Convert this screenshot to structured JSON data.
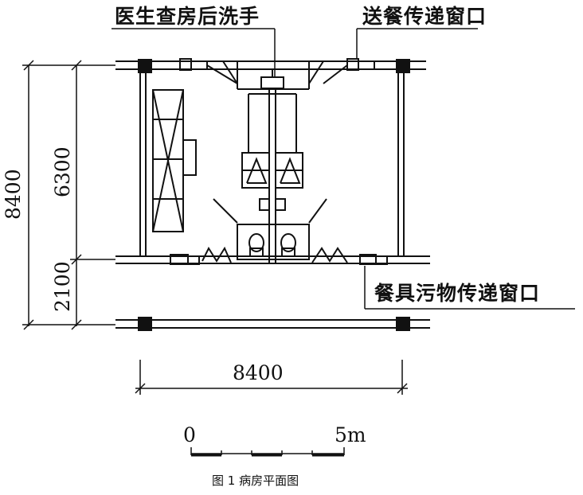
{
  "labels": {
    "doctor_handwash": "医生查房后洗手",
    "meal_window": "送餐传递窗口",
    "dirty_window": "餐具污物传递窗口"
  },
  "dimensions": {
    "total_height": "8400",
    "upper": "6300",
    "lower": "2100",
    "width": "8400"
  },
  "scale_bar": {
    "start": "0",
    "end": "5m"
  },
  "caption": "图 1  病房平面图"
}
